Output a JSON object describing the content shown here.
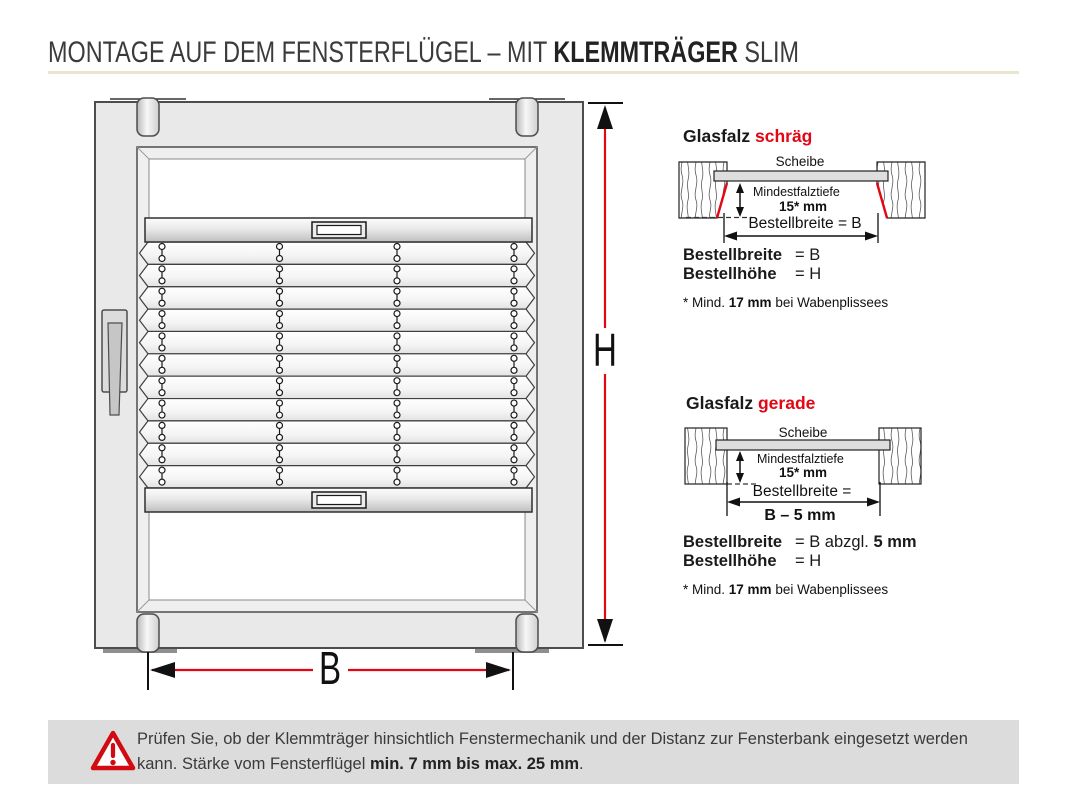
{
  "title": {
    "part1": "MONTAGE AUF DEM FENSTERFLÜGEL – MIT ",
    "part2": "KLEMMTRÄGER",
    "part3": " SLIM"
  },
  "colors": {
    "accent_red": "#e30613",
    "divider_beige": "#e9e6cf",
    "warning_bg": "#dcdcdc",
    "frame_gray": "#e9e9e9"
  },
  "window_diagram": {
    "h_label": "H",
    "b_label": "B"
  },
  "schraeg": {
    "heading_word": "Glasfalz ",
    "heading_accent": "schräg",
    "scheibe": "Scheibe",
    "depth_line1": "Mindestfalztiefe",
    "depth_line2": "15* mm",
    "width_text": "Bestellbreite = B",
    "spec1_label": "Bestellbreite",
    "spec1_value": "= B",
    "spec2_label": "Bestellhöhe",
    "spec2_value": "= H",
    "note_pre": "* Mind. ",
    "note_bold": "17 mm",
    "note_post": " bei Wabenplissees"
  },
  "gerade": {
    "heading_word": "Glasfalz ",
    "heading_accent": "gerade",
    "scheibe": "Scheibe",
    "depth_line1": "Mindestfalztiefe",
    "depth_line2": "15* mm",
    "width_text": "Bestellbreite =",
    "width_value": "B – 5 mm",
    "spec1_label": "Bestellbreite",
    "spec1_pre": "= B abzgl. ",
    "spec1_bold": "5 mm",
    "spec2_label": "Bestellhöhe",
    "spec2_value": "= H",
    "note_pre": "* Mind. ",
    "note_bold": "17 mm",
    "note_post": " bei Wabenplissees"
  },
  "warning": {
    "text_pre": "Prüfen Sie, ob der Klemmträger hinsichtlich Fenstermechanik und der Distanz zur Fensterbank eingesetzt werden kann. Stärke vom Fensterflügel ",
    "text_bold": "min. 7 mm bis max. 25 mm",
    "text_post": "."
  }
}
